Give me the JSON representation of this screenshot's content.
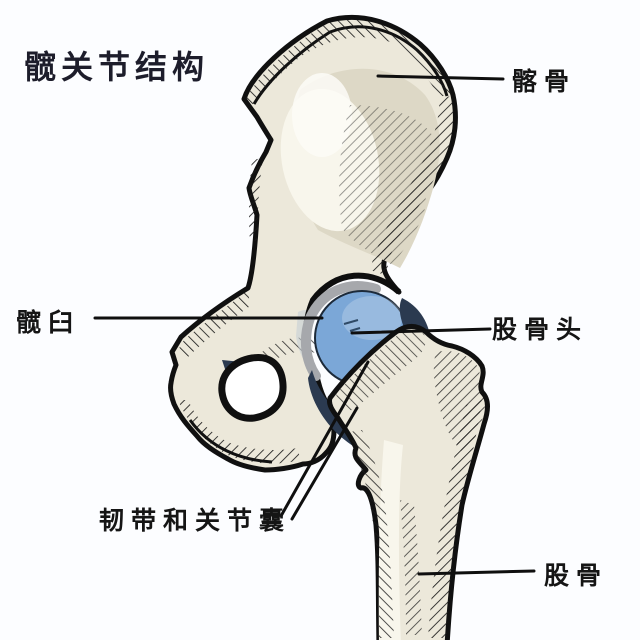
{
  "title": "髋关节结构",
  "labels": {
    "ilium": "髂骨",
    "acetabulum": "髋臼",
    "femoral_head": "股骨头",
    "ligament_and_capsule": "韧带和关节囊",
    "femur": "股骨"
  },
  "colors": {
    "background": "#FCFDFF",
    "bone": "#ECE8DA",
    "bone_shade": "#DDD8C6",
    "bone_highlight": "#F8F6EC",
    "outline": "#101010",
    "femoral_head": "#7BA7D7",
    "capsule": "#2B3A50",
    "labrum": "#A6A8AC",
    "title_text": "#1D1D2B",
    "label_text": "#151515"
  }
}
